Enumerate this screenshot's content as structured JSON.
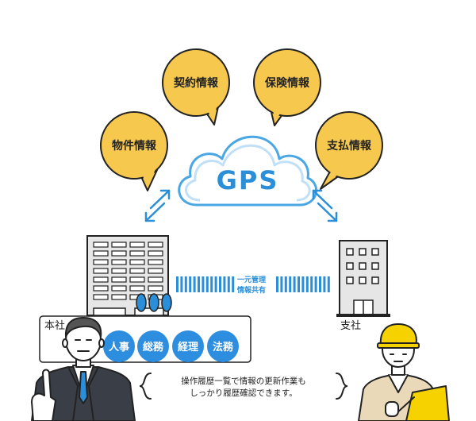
{
  "cloud": {
    "label": "GPS",
    "color": "#2a8fd8"
  },
  "info_bubbles": [
    {
      "label": "物件情報"
    },
    {
      "label": "契約情報"
    },
    {
      "label": "保険情報"
    },
    {
      "label": "支払情報"
    }
  ],
  "bubble_color": "#f6c94e",
  "head_office": {
    "label": "本社",
    "departments": [
      "人事",
      "総務",
      "経理",
      "法務"
    ]
  },
  "branch_office": {
    "label": "支社"
  },
  "link_label": {
    "line1": "一元管理",
    "line2": "情報共有"
  },
  "note": {
    "line1": "操作履歴一覧で情報の更新作業も",
    "line2": "しっかり履歴確認できます。"
  },
  "accent_color": "#2a8fd8",
  "dept_color": "#2d8ddf"
}
